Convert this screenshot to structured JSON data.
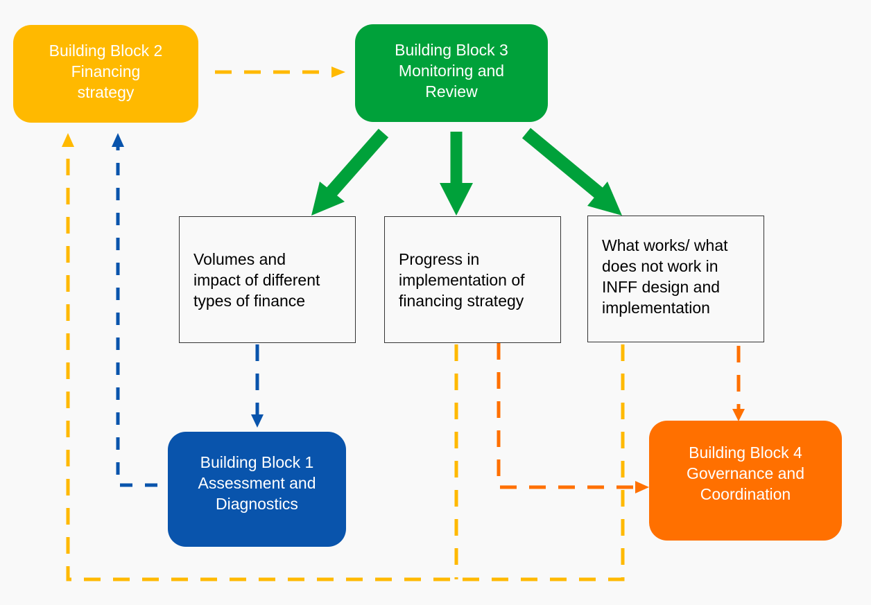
{
  "diagram": {
    "colors": {
      "bb1": "#0954ac",
      "bb2": "#ffb900",
      "bb3": "#00a13a",
      "bb4": "#ff7000",
      "background": "#f9f9f9"
    },
    "blocks": {
      "bb1": {
        "lines": [
          "Building Block 1",
          "Assessment and",
          "Diagnostics"
        ]
      },
      "bb2": {
        "lines": [
          "Building Block 2",
          "Financing",
          "strategy"
        ]
      },
      "bb3": {
        "lines": [
          "Building Block 3",
          "Monitoring and",
          "Review"
        ]
      },
      "bb4": {
        "lines": [
          "Building Block 4",
          "Governance and",
          "Coordination"
        ]
      }
    },
    "outcomes": [
      {
        "lines": [
          "Volumes and",
          "impact of different",
          "types of finance"
        ]
      },
      {
        "lines": [
          "Progress in",
          "implementation of",
          "financing strategy"
        ]
      },
      {
        "lines": [
          "What works/ what",
          "does not work in",
          "INFF design and",
          "implementation"
        ]
      }
    ],
    "connections": [
      {
        "from": "bb2",
        "to": "bb3",
        "style": "dashed",
        "color": "bb2"
      },
      {
        "from": "bb3",
        "to": "outcome-1",
        "style": "solid-thick",
        "color": "bb3"
      },
      {
        "from": "bb3",
        "to": "outcome-2",
        "style": "solid-thick",
        "color": "bb3"
      },
      {
        "from": "bb3",
        "to": "outcome-3",
        "style": "solid-thick",
        "color": "bb3"
      },
      {
        "from": "outcome-1",
        "to": "bb1",
        "style": "dashed",
        "color": "bb1"
      },
      {
        "from": "bb1",
        "to": "bb2",
        "style": "dashed",
        "color": "bb1"
      },
      {
        "from": "outcome-2",
        "to": "bb4",
        "style": "dashed",
        "color": "bb4"
      },
      {
        "from": "outcome-3",
        "to": "bb4",
        "style": "dashed",
        "color": "bb4"
      },
      {
        "from": "outcome-2",
        "to": "bb2",
        "style": "dashed",
        "color": "bb2"
      },
      {
        "from": "outcome-3",
        "to": "bb2",
        "style": "dashed",
        "color": "bb2"
      }
    ]
  }
}
